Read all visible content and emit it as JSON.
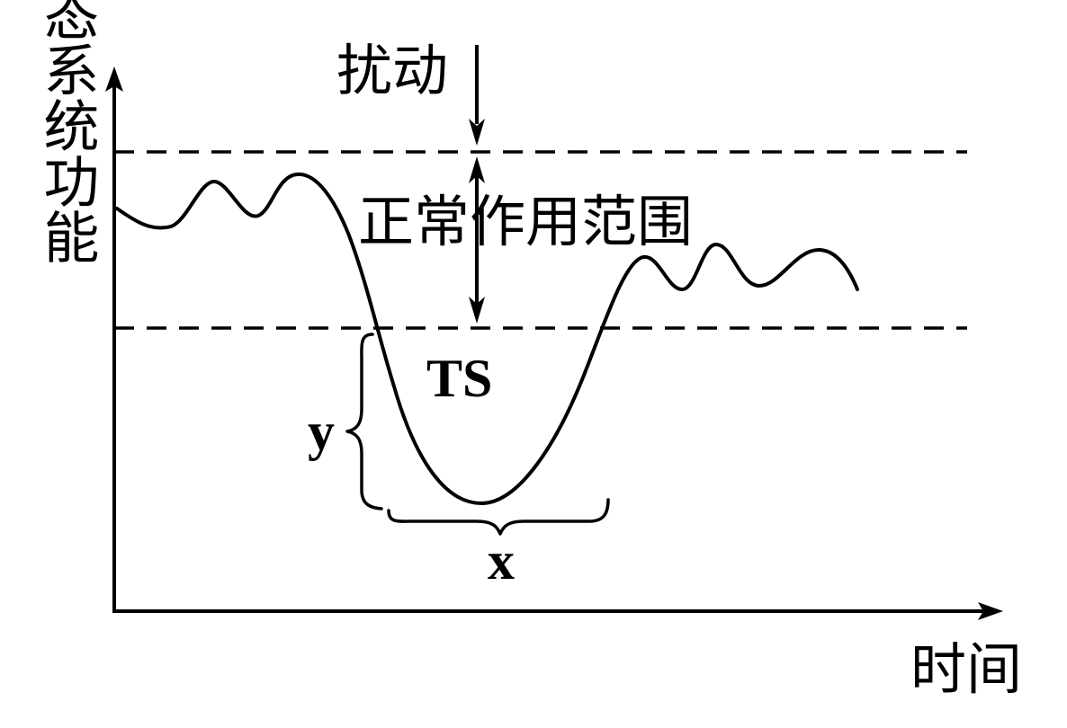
{
  "diagram": {
    "y_axis_label": "生态系统功能",
    "x_axis_label": "时间",
    "disturbance_label": "扰动",
    "normal_range_label": "正常作用范围",
    "ts_label": "TS",
    "y_label": "y",
    "x_label": "x"
  }
}
